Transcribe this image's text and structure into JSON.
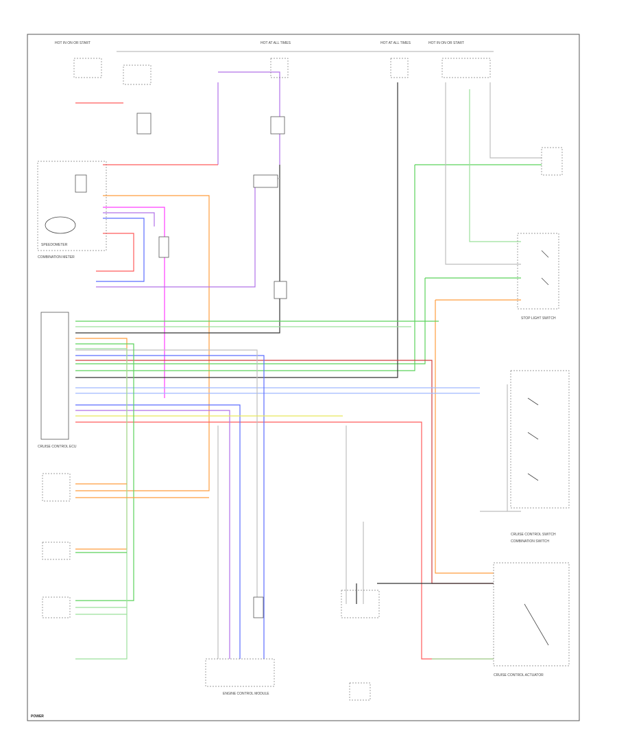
{
  "colors": {
    "red": "#ff5a5a",
    "pink": "#ff8fa0",
    "orange": "#ff9c3c",
    "violet": "#b070e8",
    "blue": "#5a6cff",
    "lightblue": "#9fb8ff",
    "magenta": "#ff3cff",
    "green": "#5ad25a",
    "ltgreen": "#9be09b",
    "darkred": "#d23c3c",
    "black": "#333333",
    "gray": "#bdbdbd",
    "yellow": "#e8e85a",
    "frame": "#555555"
  },
  "labels": {
    "fuse_top_left": "HOT IN ON OR START",
    "fuse_top_mid": "HOT AT ALL TIMES",
    "fuse_top_right1": "HOT AT ALL TIMES",
    "fuse_top_right2": "HOT IN ON OR START",
    "combination_meter": "COMBINATION METER",
    "speedometer": "SPEEDOMETER",
    "cruise_control_ecu": "CRUISE CONTROL ECU",
    "stop_light_switch": "STOP LIGHT SWITCH",
    "cruise_control_switch": "CRUISE CONTROL SWITCH",
    "combination_switch": "COMBINATION SWITCH",
    "cruise_control_actuator": "CRUISE CONTROL ACTUATOR",
    "engine_control_module": "ENGINE CONTROL MODULE",
    "footer": "POWER"
  }
}
